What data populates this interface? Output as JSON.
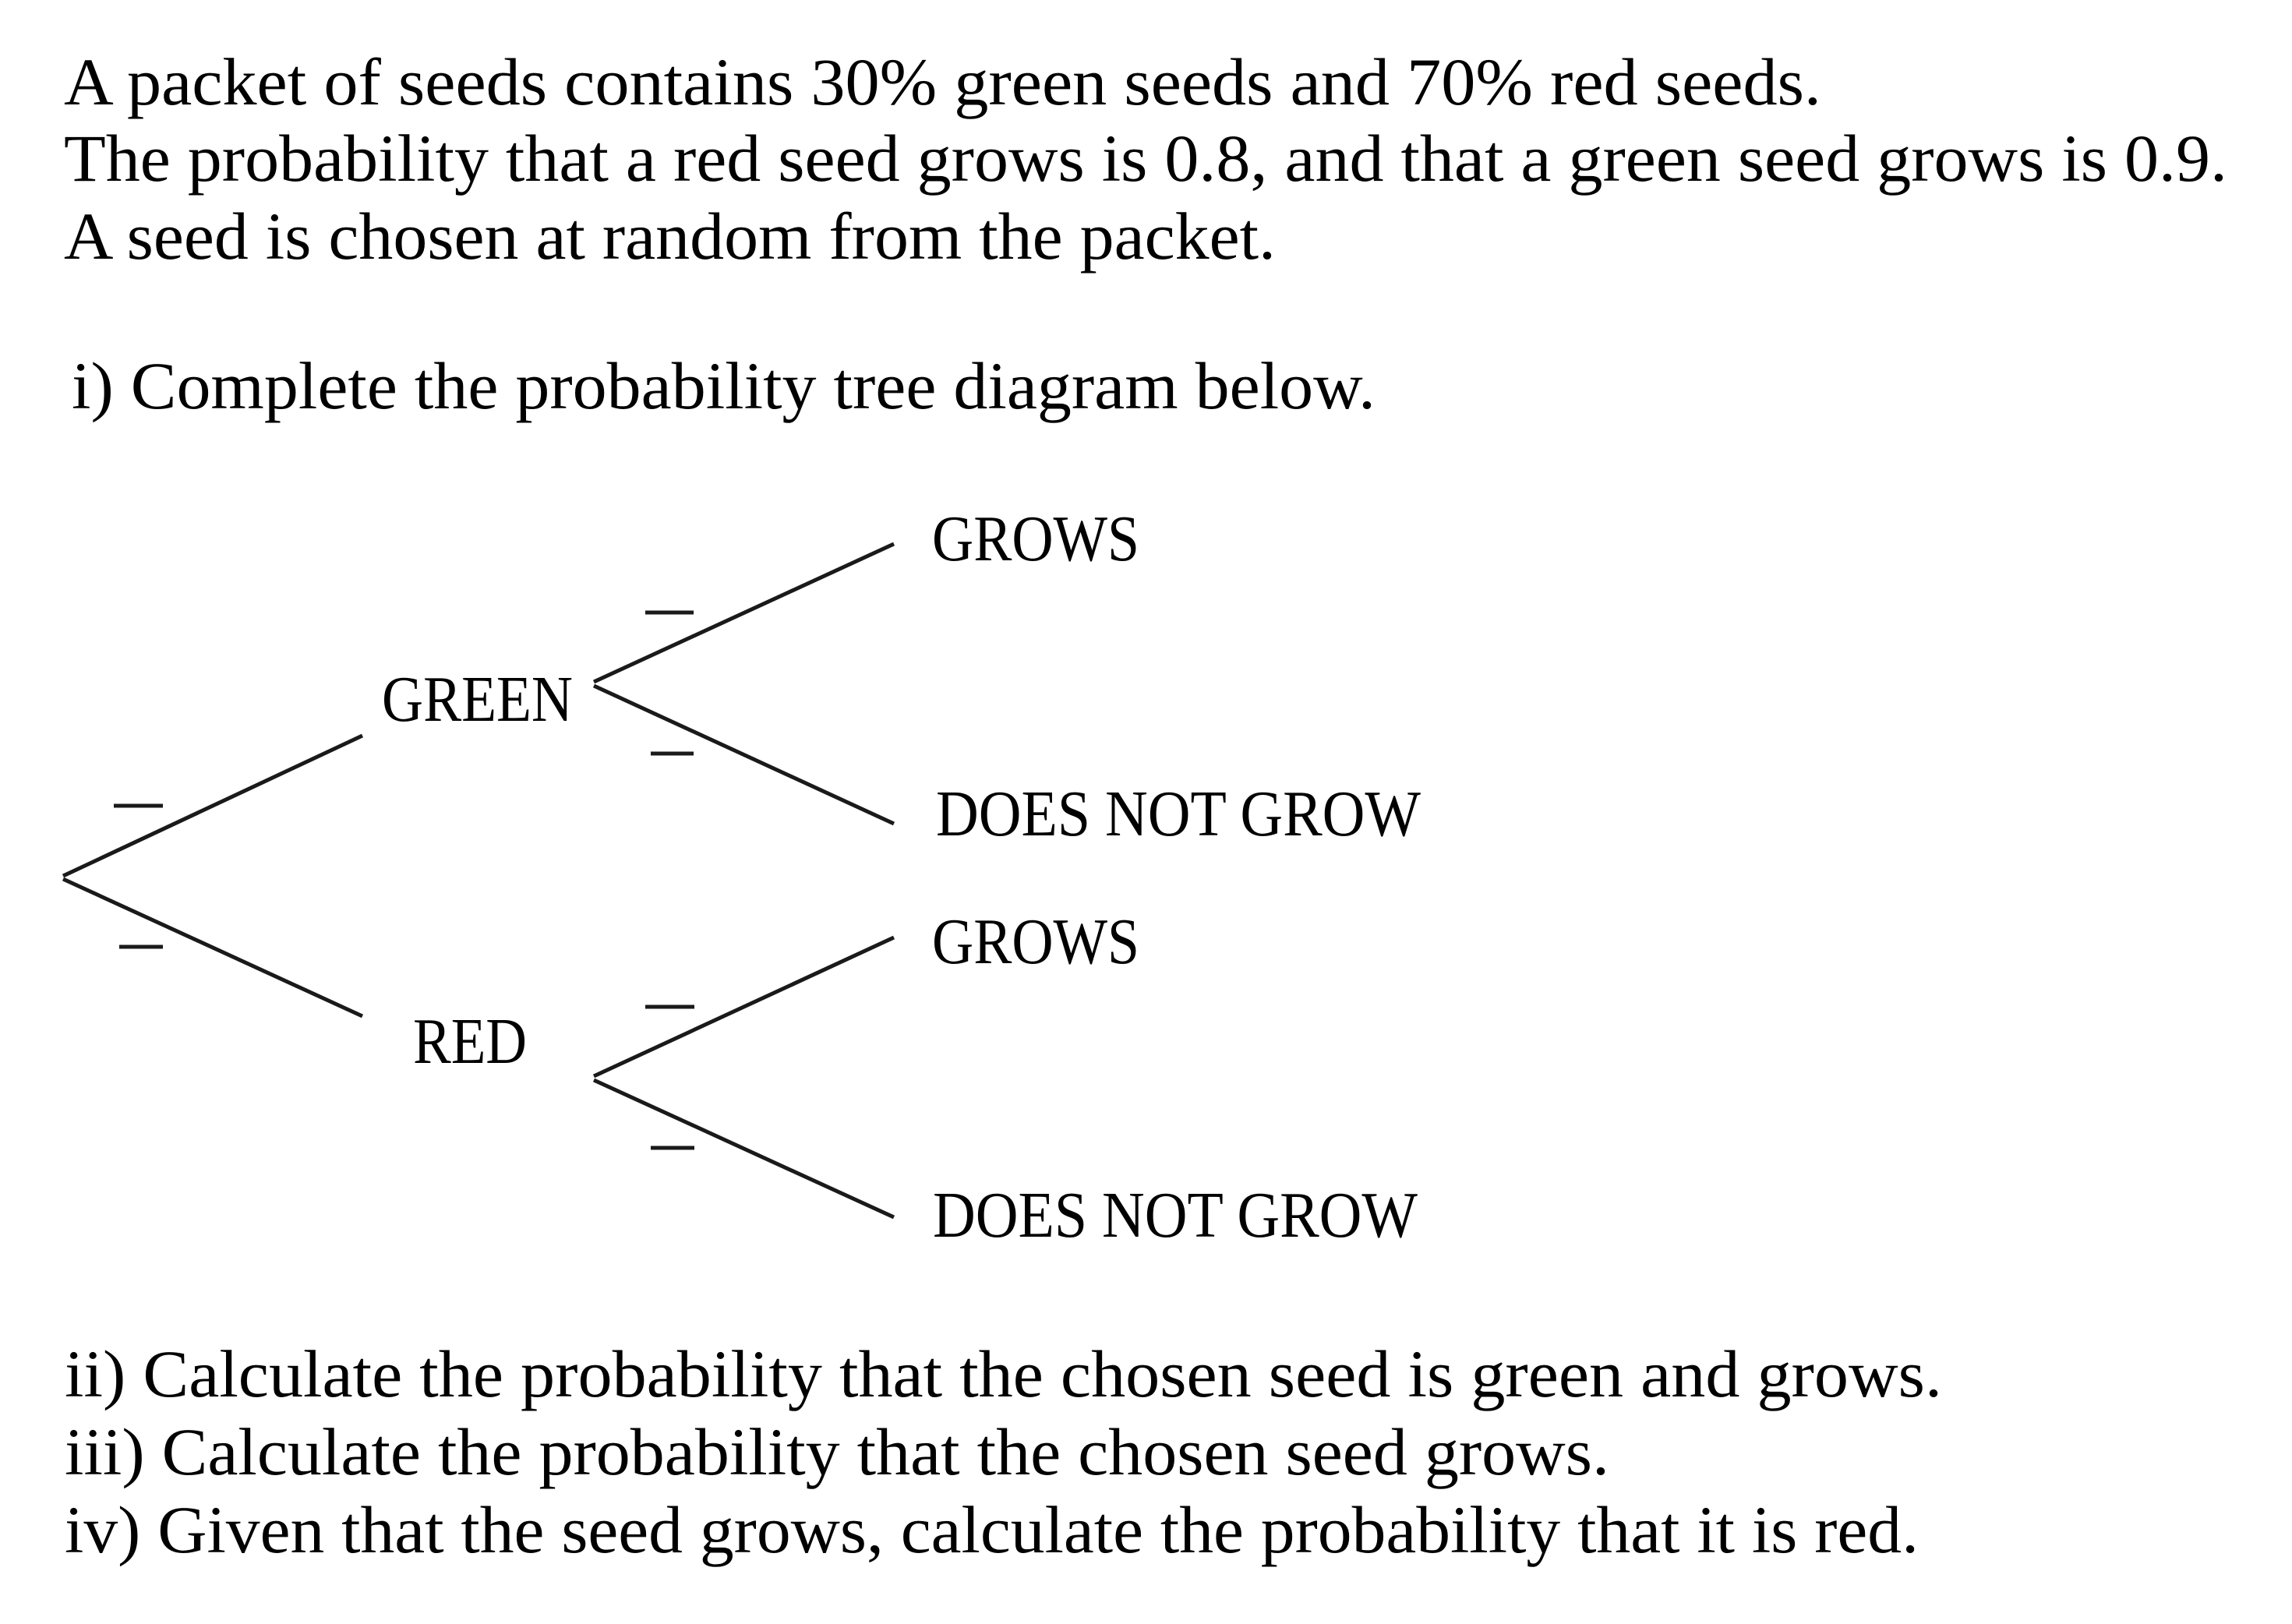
{
  "problem": {
    "intro_lines": [
      "A packet of seeds contains 30% green seeds and 70% red seeds.",
      "The probability that a red seed grows is 0.8, and that a green seed grows is 0.9.",
      "A seed is chosen at random from the packet."
    ],
    "part_i": "i) Complete the probability tree diagram below.",
    "part_ii": "ii) Calculate the probability that the chosen seed is green and grows.",
    "part_iii": "iii) Calculate the probability that the chosen seed grows.",
    "part_iv": "iv) Given that the seed grows, calculate the probability that it is red."
  },
  "tree": {
    "first_level": {
      "green_label": "GREEN",
      "red_label": "RED"
    },
    "green_branch": {
      "grows_label": "GROWS",
      "does_not_grow_label": "DOES NOT GROW"
    },
    "red_branch": {
      "grows_label": "GROWS",
      "does_not_grow_label": "DOES NOT GROW"
    },
    "blanks": [
      {
        "branch": "root-to-green",
        "value": ""
      },
      {
        "branch": "root-to-red",
        "value": ""
      },
      {
        "branch": "green-to-grows",
        "value": ""
      },
      {
        "branch": "green-to-does-not-grow",
        "value": ""
      },
      {
        "branch": "red-to-grows",
        "value": ""
      },
      {
        "branch": "red-to-does-not-grow",
        "value": ""
      }
    ]
  },
  "colors": {
    "text": "#000000",
    "lines": "#1a1a1a",
    "background": "#ffffff"
  }
}
